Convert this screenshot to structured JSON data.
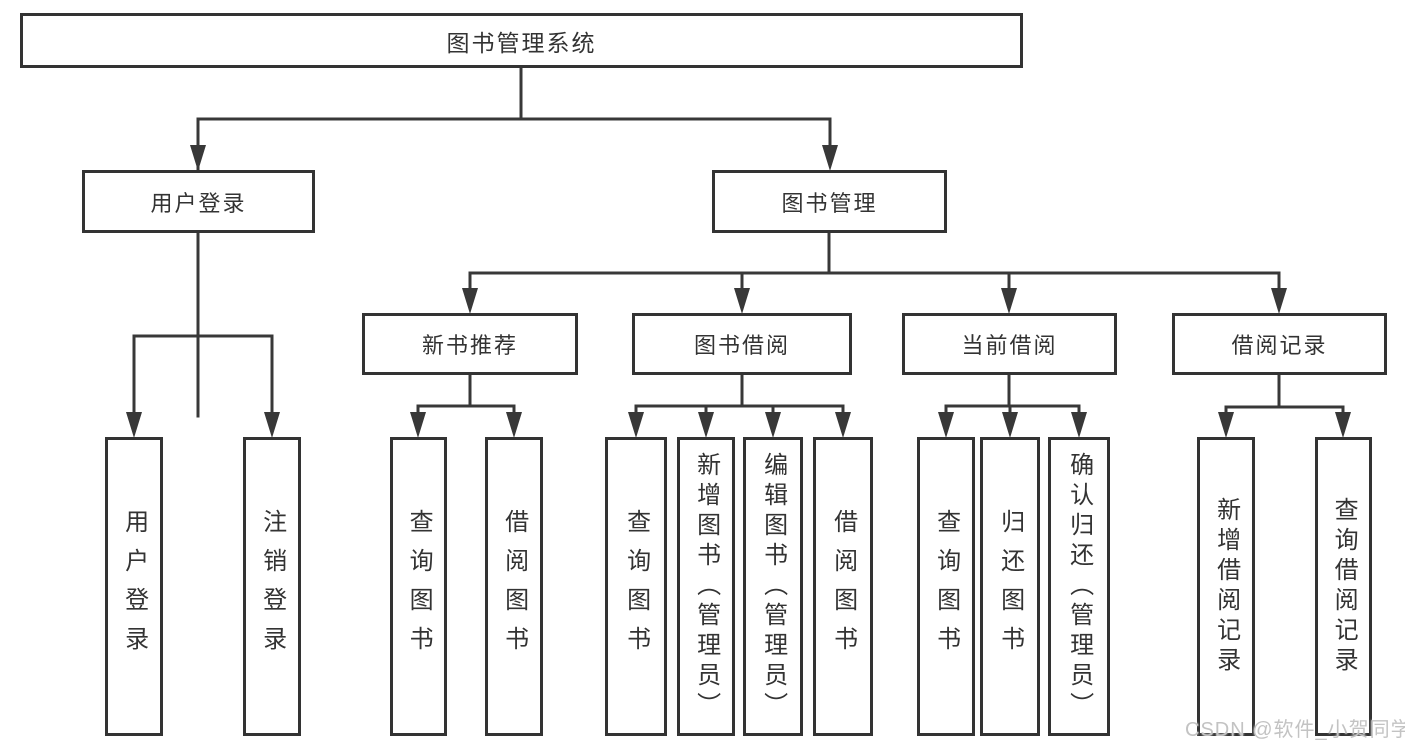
{
  "diagram": {
    "root": {
      "label": "图书管理系统"
    },
    "user_login": {
      "label": "用户登录",
      "children": [
        "用户登录",
        "注销登录"
      ]
    },
    "book_mgmt": {
      "label": "图书管理"
    },
    "new_books": {
      "label": "新书推荐",
      "children": [
        "查询图书",
        "借阅图书"
      ]
    },
    "book_borrow": {
      "label": "图书借阅",
      "children": [
        "查询图书",
        "新增图书（管理员）",
        "编辑图书（管理员）",
        "借阅图书"
      ]
    },
    "current_borrow": {
      "label": "当前借阅",
      "children": [
        "查询图书",
        "归还图书",
        "确认归还（管理员）"
      ]
    },
    "borrow_records": {
      "label": "借阅记录",
      "children": [
        "新增借阅记录",
        "查询借阅记录"
      ]
    }
  },
  "watermark": "CSDN @软件_小贺同学",
  "colors": {
    "line": "#383838",
    "box_border": "#333333",
    "text": "#333333",
    "watermark": "#c3c3c3",
    "background": "#ffffff"
  }
}
